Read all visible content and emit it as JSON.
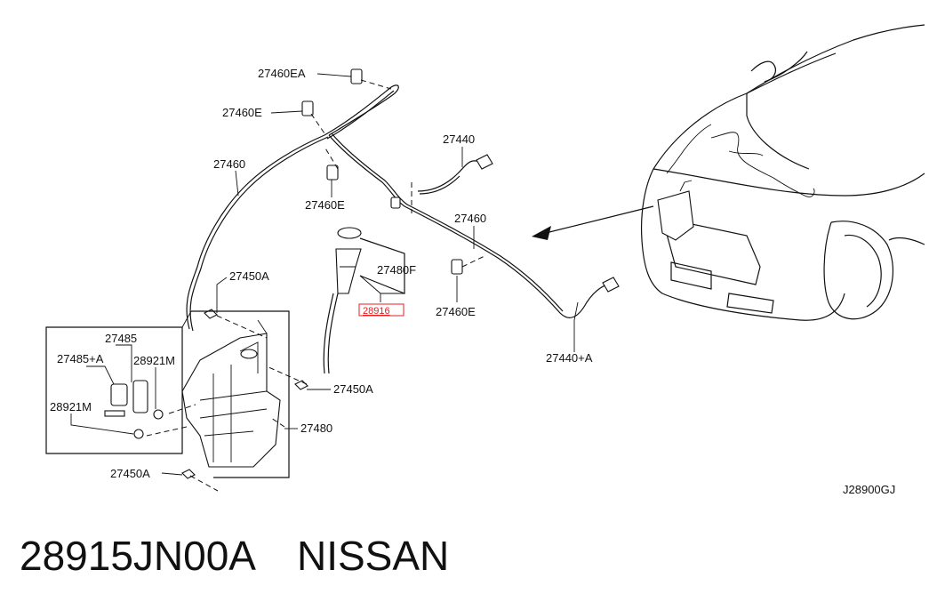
{
  "labels": {
    "p27460EA": "27460EA",
    "p27460E_top": "27460E",
    "p27460_left": "27460",
    "p27460E_mid": "27460E",
    "p27440": "27440",
    "p27460_right": "27460",
    "p27480F": "27480F",
    "p28916": "28916",
    "p27460E_right": "27460E",
    "p27450A_top": "27450A",
    "p27485": "27485",
    "p27485A": "27485+A",
    "p28921M_top": "28921M",
    "p28921M_left": "28921M",
    "p27450A_mid": "27450A",
    "p27480": "27480",
    "p27450A_bottom": "27450A",
    "p27440A": "27440+A",
    "diagram_code": "J28900GJ"
  },
  "caption": {
    "part_number": "28915JN00A",
    "brand": "NISSAN"
  },
  "colors": {
    "highlight": "#e02020",
    "line": "#111111"
  }
}
